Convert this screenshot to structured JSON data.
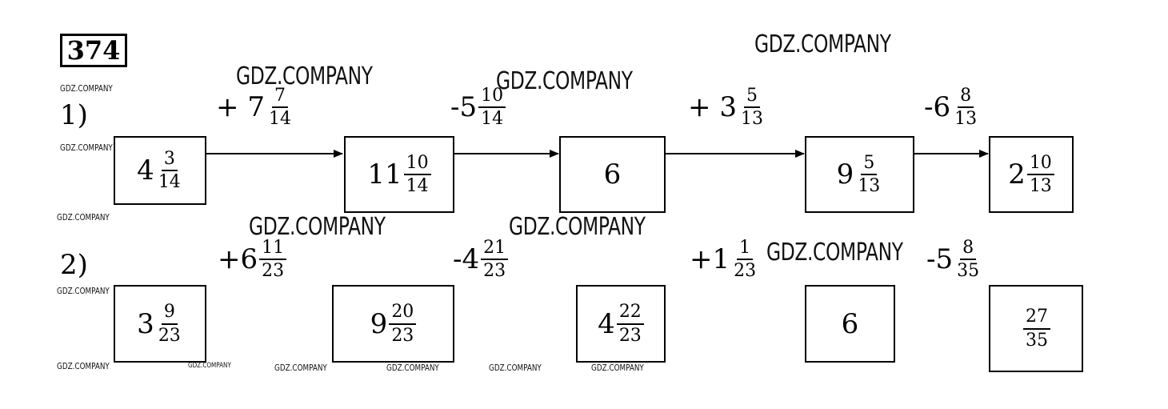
{
  "problem": {
    "number": "374",
    "rows": [
      {
        "label": "1)",
        "boxes": [
          {
            "whole": "4",
            "num": "3",
            "den": "14"
          },
          {
            "whole": "11",
            "num": "10",
            "den": "14"
          },
          {
            "whole": "6",
            "num": "",
            "den": ""
          },
          {
            "whole": "9",
            "num": "5",
            "den": "13"
          },
          {
            "whole": "2",
            "num": "10",
            "den": "13"
          }
        ],
        "operations": [
          {
            "sign": "+",
            "whole": "7",
            "num": "7",
            "den": "14"
          },
          {
            "sign": "-",
            "whole": "5",
            "num": "10",
            "den": "14"
          },
          {
            "sign": "+",
            "whole": "3",
            "num": "5",
            "den": "13"
          },
          {
            "sign": "-",
            "whole": "6",
            "num": "8",
            "den": "13"
          }
        ]
      },
      {
        "label": "2)",
        "boxes": [
          {
            "whole": "3",
            "num": "9",
            "den": "23"
          },
          {
            "whole": "9",
            "num": "20",
            "den": "23"
          },
          {
            "whole": "4",
            "num": "22",
            "den": "23"
          },
          {
            "whole": "6",
            "num": "",
            "den": ""
          },
          {
            "whole": "",
            "num": "27",
            "den": "35"
          }
        ],
        "operations": [
          {
            "sign": "+",
            "whole": "6",
            "num": "11",
            "den": "23"
          },
          {
            "sign": "-",
            "whole": "4",
            "num": "21",
            "den": "23"
          },
          {
            "sign": "+",
            "whole": "1",
            "num": "1",
            "den": "23"
          },
          {
            "sign": "-",
            "whole": "5",
            "num": "8",
            "den": "35"
          }
        ]
      }
    ]
  },
  "watermark": {
    "text": "GDZ.COMPANY"
  }
}
